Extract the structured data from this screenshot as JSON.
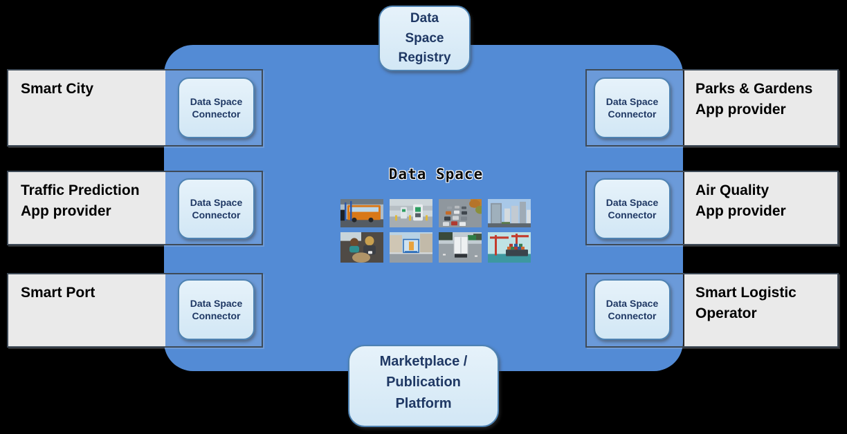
{
  "center": {
    "title": "Data Space"
  },
  "registry": {
    "lines": [
      "Data",
      "Space",
      "Registry"
    ]
  },
  "marketplace": {
    "lines": [
      "Marketplace /",
      "Publication",
      "Platform"
    ]
  },
  "connector": {
    "lines": [
      "Data Space",
      "Connector"
    ]
  },
  "left_rows": [
    {
      "lines": [
        "Smart City"
      ]
    },
    {
      "lines": [
        "Traffic Prediction",
        "App provider"
      ]
    },
    {
      "lines": [
        "Smart Port"
      ]
    }
  ],
  "right_rows": [
    {
      "lines": [
        "Parks & Gardens",
        "App provider"
      ]
    },
    {
      "lines": [
        "Air Quality",
        "App provider"
      ]
    },
    {
      "lines": [
        "Smart Logistic",
        "Operator"
      ]
    }
  ],
  "gallery": {
    "photos": [
      "city-bus-station",
      "ev-charging-stations",
      "traffic-jam",
      "city-skyline",
      "bus-passengers-with-phones",
      "street-bus-shelter",
      "container-truck-on-road",
      "port-container-cranes"
    ]
  },
  "colors": {
    "panel_blue": "#538BD5",
    "box_light_blue": "#D8EBF7",
    "box_border_blue": "#4E82B2",
    "navy_text": "#1F3864",
    "row_gray": "#EAEAEA",
    "row_border": "#3E4A57"
  }
}
